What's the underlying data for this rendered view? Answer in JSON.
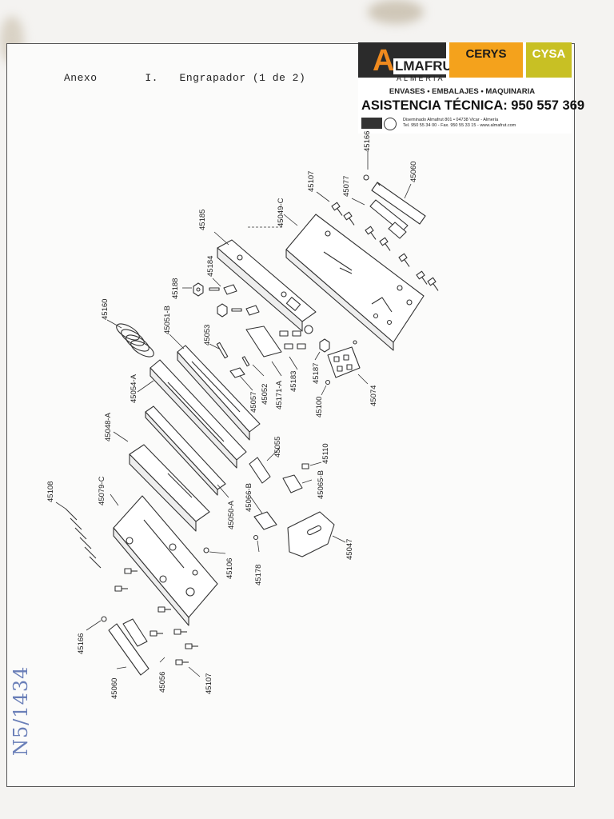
{
  "header": {
    "annex": "Anexo",
    "roman": "I.",
    "title": "Engrapador (1 de 2)"
  },
  "logo": {
    "brand_letter": "A",
    "brand_rest": "LMAFRUT",
    "brand_sub": "ALMERIA",
    "cerys": "CERYS",
    "cysa": "CYSA",
    "services": "ENVASES • EMBALAJES • MAQUINARIA",
    "assistance": "ASISTENCIA TÉCNICA: 950 557 369",
    "address_line1": "Diseminado Almafrut 801 • 04738 Vicar - Almería",
    "address_line2": "Tel. 950 55 34 00 - Fax. 950 55 33 15 - www.almafrut.com"
  },
  "handwritten_note": "N5/1434",
  "part_labels": [
    {
      "id": "p45185",
      "text": "45185"
    },
    {
      "id": "p45049c",
      "text": "45049-C"
    },
    {
      "id": "p45107a",
      "text": "45107"
    },
    {
      "id": "p45077",
      "text": "45077"
    },
    {
      "id": "p45166a",
      "text": "45166"
    },
    {
      "id": "p45060a",
      "text": "45060"
    },
    {
      "id": "p45188",
      "text": "45188"
    },
    {
      "id": "p45184",
      "text": "45184"
    },
    {
      "id": "p45160",
      "text": "45160"
    },
    {
      "id": "p45051b",
      "text": "45051-B"
    },
    {
      "id": "p45053",
      "text": "45053"
    },
    {
      "id": "p45054a",
      "text": "45054-A"
    },
    {
      "id": "p45057",
      "text": "45057"
    },
    {
      "id": "p45052",
      "text": "45052"
    },
    {
      "id": "p45171a",
      "text": "45171-A"
    },
    {
      "id": "p45183",
      "text": "45183"
    },
    {
      "id": "p45187",
      "text": "45187"
    },
    {
      "id": "p45100",
      "text": "45100"
    },
    {
      "id": "p45074",
      "text": "45074"
    },
    {
      "id": "p45048a",
      "text": "45048-A"
    },
    {
      "id": "p45055",
      "text": "45055"
    },
    {
      "id": "p45110",
      "text": "45110"
    },
    {
      "id": "p45065b",
      "text": "45065-B"
    },
    {
      "id": "p45108",
      "text": "45108"
    },
    {
      "id": "p45079c",
      "text": "45079-C"
    },
    {
      "id": "p45066b",
      "text": "45066-B"
    },
    {
      "id": "p45050a",
      "text": "45050-A"
    },
    {
      "id": "p45047",
      "text": "45047"
    },
    {
      "id": "p45178",
      "text": "45178"
    },
    {
      "id": "p45106",
      "text": "45106"
    },
    {
      "id": "p45166b",
      "text": "45166"
    },
    {
      "id": "p45060b",
      "text": "45060"
    },
    {
      "id": "p45056",
      "text": "45056"
    },
    {
      "id": "p45107b",
      "text": "45107"
    }
  ]
}
